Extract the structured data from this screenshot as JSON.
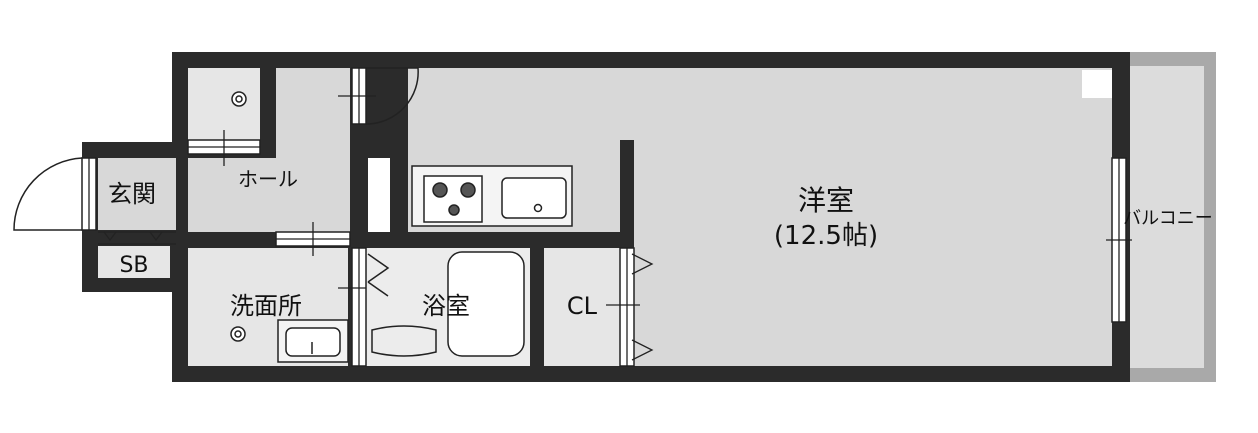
{
  "rooms": {
    "genkan": "玄関",
    "sb": "SB",
    "hall": "ホール",
    "senmenjo": "洗面所",
    "yokushitsu": "浴室",
    "cl": "CL",
    "yoshitsu": "洋室",
    "yoshitsu_size": "(12.5帖)",
    "balcony": "バルコニー"
  },
  "colors": {
    "wall": "#2b2b2b",
    "floor": "#d8d8d8",
    "wet_area": "#e6e6e6",
    "balcony": "#dcdcdc",
    "fixture": "#f4f4f4",
    "line": "#222222"
  }
}
